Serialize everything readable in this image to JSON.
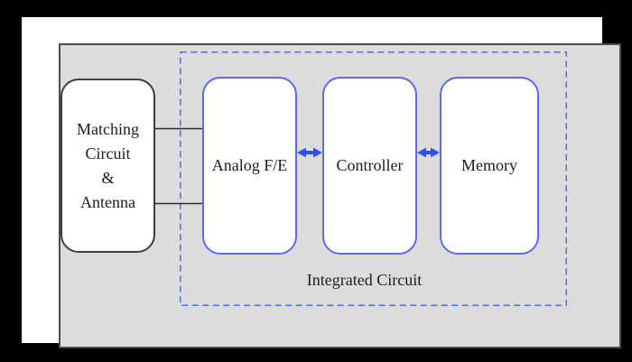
{
  "figure": {
    "type": "block-diagram",
    "group": {
      "label": "Integrated Circuit"
    },
    "blocks": {
      "matching": {
        "lines": [
          "Matching",
          "Circuit",
          "&",
          "Antenna"
        ]
      },
      "analog": {
        "label": "Analog F/E"
      },
      "controller": {
        "label": "Controller"
      },
      "memory": {
        "label": "Memory"
      }
    },
    "connections": [
      {
        "from": "Matching Circuit & Antenna",
        "to": "Analog F/E",
        "style": "two-plain-lines"
      },
      {
        "from": "Analog F/E",
        "to": "Controller",
        "style": "bidirectional-arrow"
      },
      {
        "from": "Controller",
        "to": "Memory",
        "style": "bidirectional-arrow"
      }
    ],
    "colors": {
      "frame": "#000000",
      "paper": "#ffffff",
      "panel_fill": "#dcdcdc",
      "panel_border": "#4b4b4b",
      "dark_box_border": "#3d3d3d",
      "blue_box_border": "#5a6af2",
      "dashed_border": "#4d6df3",
      "arrow": "#2f4fee",
      "connector_line": "#2a2a2a",
      "text": "#1c1c1c"
    }
  }
}
